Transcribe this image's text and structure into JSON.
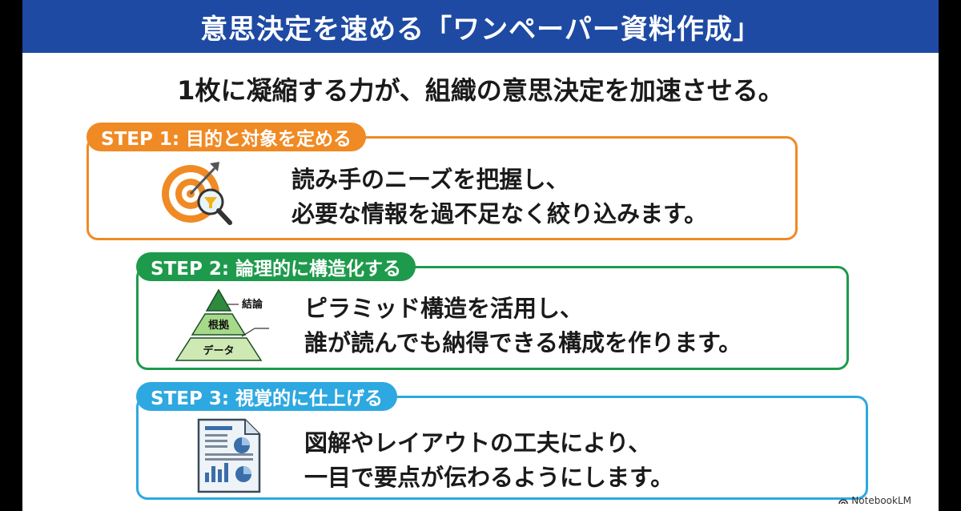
{
  "title": "意思決定を速める「ワンペーパー資料作成」",
  "subtitle": "1枚に凝縮する力が、組織の意思決定を加速させる。",
  "colors": {
    "title_bar": "#1e4aa3",
    "step1": "#f08a24",
    "step2": "#1e9a4c",
    "step3": "#2ea8e0"
  },
  "steps": [
    {
      "label": "STEP 1: 目的と対象を定める",
      "icon": "target-filter-magnifier-icon",
      "lines": [
        "読み手のニーズを把握し、",
        "必要な情報を過不足なく絞り込みます。"
      ]
    },
    {
      "label": "STEP 2: 論理的に構造化する",
      "icon": "pyramid-structure-icon",
      "pyramid": {
        "top": "結論",
        "middle": "根拠",
        "bottom": "データ"
      },
      "lines": [
        "ピラミッド構造を活用し、",
        "誰が読んでも納得できる構成を作ります。"
      ]
    },
    {
      "label": "STEP 3: 視覚的に仕上げる",
      "icon": "report-document-icon",
      "lines": [
        "図解やレイアウトの工夫により、",
        "一目で要点が伝わるようにします。"
      ]
    }
  ],
  "watermark": "NotebookLM"
}
